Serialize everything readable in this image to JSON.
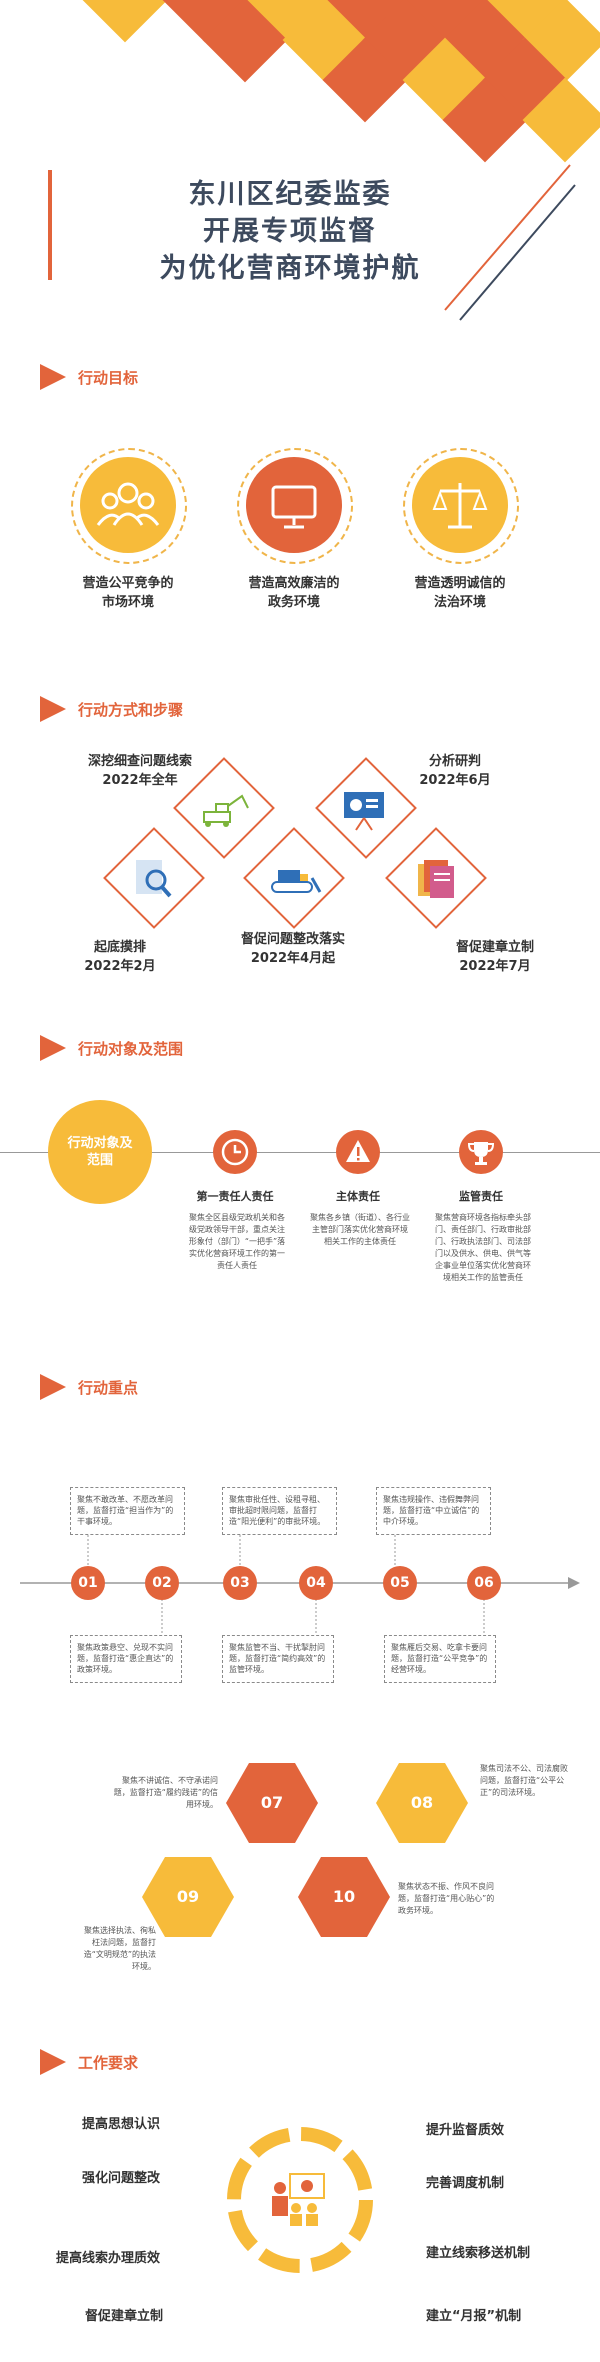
{
  "header": {
    "title_lines": [
      "东川区纪委监委",
      "开展专项监督",
      "为优化营商环境护航"
    ]
  },
  "sections": {
    "goals": "行动目标",
    "steps": "行动方式和步骤",
    "scope": "行动对象及范围",
    "focus": "行动重点",
    "requirements": "工作要求"
  },
  "goals": [
    {
      "icon": "people-icon",
      "line1": "营造公平竞争的",
      "line2": "市场环境"
    },
    {
      "icon": "monitor-icon",
      "line1": "营造高效廉洁的",
      "line2": "政务环境"
    },
    {
      "icon": "scales-icon",
      "line1": "营造透明诚信的",
      "line2": "法治环境"
    }
  ],
  "steps": [
    {
      "icon": "excavator-icon",
      "line1": "深挖细查问题线索",
      "line2": "2022年全年"
    },
    {
      "icon": "presentation-icon",
      "line1": "分析研判",
      "line2": "2022年6月"
    },
    {
      "icon": "magnifier-icon",
      "line1": "起底摸排",
      "line2": "2022年2月"
    },
    {
      "icon": "bulldozer-icon",
      "line1": "督促问题整改落实",
      "line2": "2022年4月起"
    },
    {
      "icon": "documents-icon",
      "line1": "督促建章立制",
      "line2": "2022年7月"
    }
  ],
  "scope": {
    "badge": "行动对象及范围",
    "items": [
      {
        "icon": "clock-icon",
        "title": "第一责任人责任",
        "desc": "聚焦全区县级党政机关和各级党政领导干部，重点关注形象付（部门）“一把手”落实优化营商环境工作的第一责任人责任"
      },
      {
        "icon": "warning-icon",
        "title": "主体责任",
        "desc": "聚焦各乡镇（街道）、各行业主管部门落实优化营商环境相关工作的主体责任"
      },
      {
        "icon": "trophy-icon",
        "title": "监管责任",
        "desc": "聚焦营商环境各指标牵头部门、责任部门、行政审批部门、行政执法部门、司法部门以及供水、供电、供气等企事业单位落实优化营商环境相关工作的监管责任"
      }
    ]
  },
  "focus": {
    "numbers": [
      "01",
      "02",
      "03",
      "04",
      "05",
      "06"
    ],
    "top_boxes": [
      "聚焦不敢改革、不愿改革问题，监督打造“担当作为”的干事环境。",
      "聚焦审批任性、设租寻租、审批超时限问题，监督打造“阳光便利”的审批环境。",
      "聚焦违规操作、违假舞弊问题，监督打造“中立诚信”的中介环境。"
    ],
    "bottom_boxes": [
      "聚焦政策悬空、兑现不实问题，监督打造“惠企直达”的政策环境。",
      "聚焦监管不当、干扰掣肘问题，监督打造“简约高效”的监管环境。",
      "聚焦雁后交易、吃拿卡要问题，监督打造“公平竞争”的经营环境。"
    ],
    "hexes": [
      {
        "num": "07",
        "color": "#e2643b",
        "text": "聚焦不讲诚信、不守承诺问题，监督打造“履约践诺”的信用环境。"
      },
      {
        "num": "08",
        "color": "#f7bb3a",
        "text": "聚焦司法不公、司法腐败问题，监督打造“公平公正”的司法环境。"
      },
      {
        "num": "09",
        "color": "#f7bb3a",
        "text": "聚焦选择执法、徇私枉法问题，监督打造“文明规范”的执法环境。"
      },
      {
        "num": "10",
        "color": "#e2643b",
        "text": "聚焦状态不振、作风不良问题，监督打造“用心贴心”的政务环境。"
      }
    ]
  },
  "requirements": {
    "left": [
      "提高思想认识",
      "强化问题整改",
      "提高线索办理质效",
      "督促建章立制"
    ],
    "right": [
      "提升监督质效",
      "完善调度机制",
      "建立线索移送机制",
      "建立“月报”机制"
    ],
    "center_icon": "speaker-icon"
  },
  "colors": {
    "accent": "#e2643b",
    "yellow": "#f7bb3a",
    "navy": "#3d4a5e"
  }
}
